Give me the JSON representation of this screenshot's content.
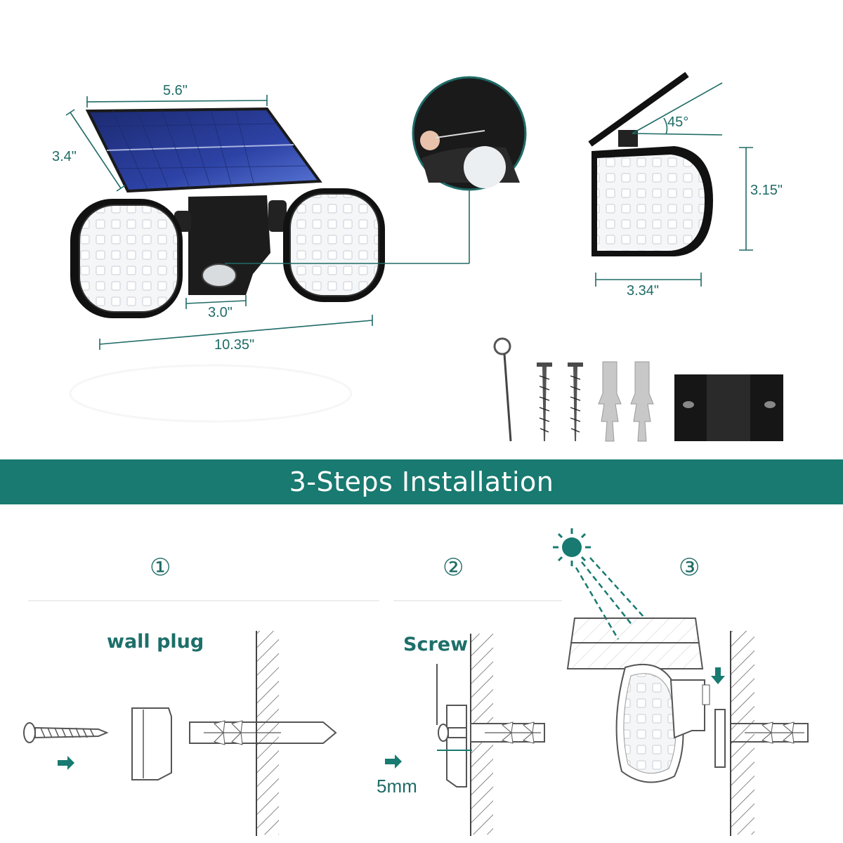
{
  "dimensions": {
    "panel_width": "5.6\"",
    "panel_depth": "3.4\"",
    "base_width": "3.0\"",
    "total_width": "10.35\"",
    "tilt_angle": "45°",
    "side_height": "3.15\"",
    "side_width": "3.34\""
  },
  "banner": {
    "title": "3-Steps Installation"
  },
  "steps": [
    {
      "number": "①",
      "label": "wall plug"
    },
    {
      "number": "②",
      "label": "Screw",
      "note": "5mm"
    },
    {
      "number": "③"
    }
  ],
  "colors": {
    "accent": "#187a70",
    "label": "#1d6f69",
    "panel": "#22337a",
    "line_gray": "#555555"
  }
}
